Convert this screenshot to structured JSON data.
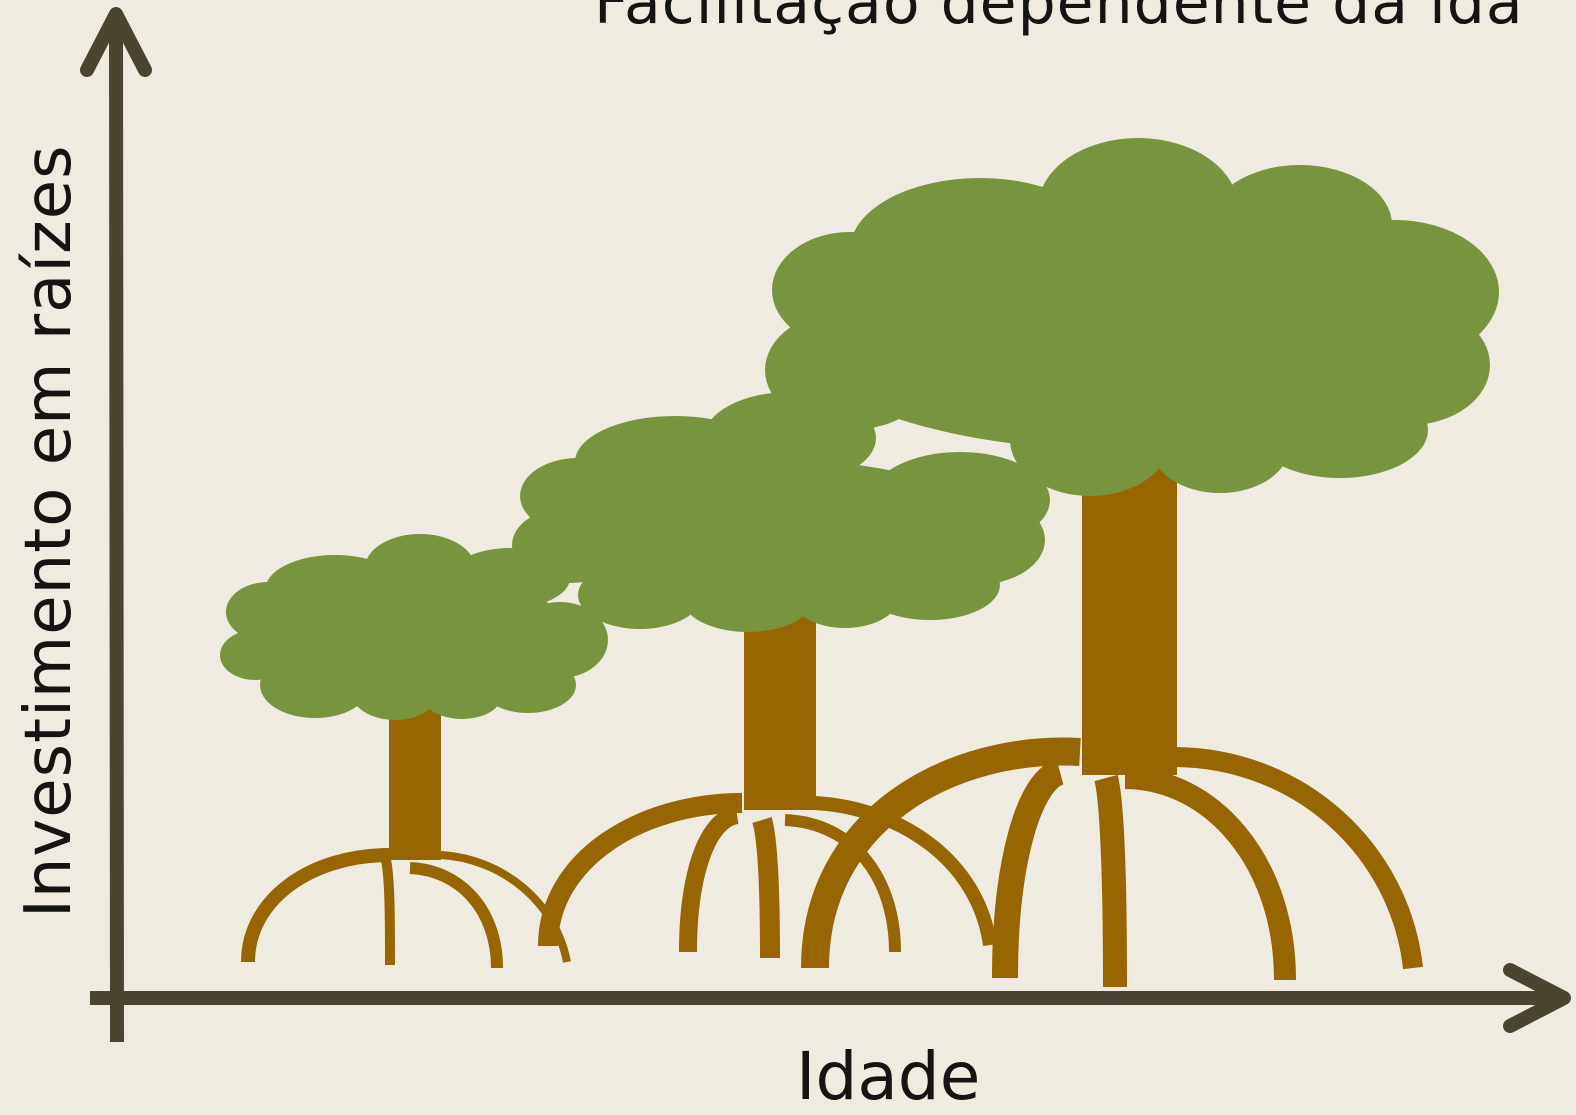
{
  "title": "Facilitação dependente da ida",
  "x_axis_label": "Idade",
  "y_axis_label": "Investimento em raízes",
  "colors": {
    "background": "#efebe0",
    "axis": "#4a4530",
    "canopy": "#79943f",
    "trunk_and_roots": "#986600"
  },
  "trees": [
    {
      "name": "young-mangrove"
    },
    {
      "name": "intermediate-mangrove"
    },
    {
      "name": "mature-mangrove"
    }
  ]
}
